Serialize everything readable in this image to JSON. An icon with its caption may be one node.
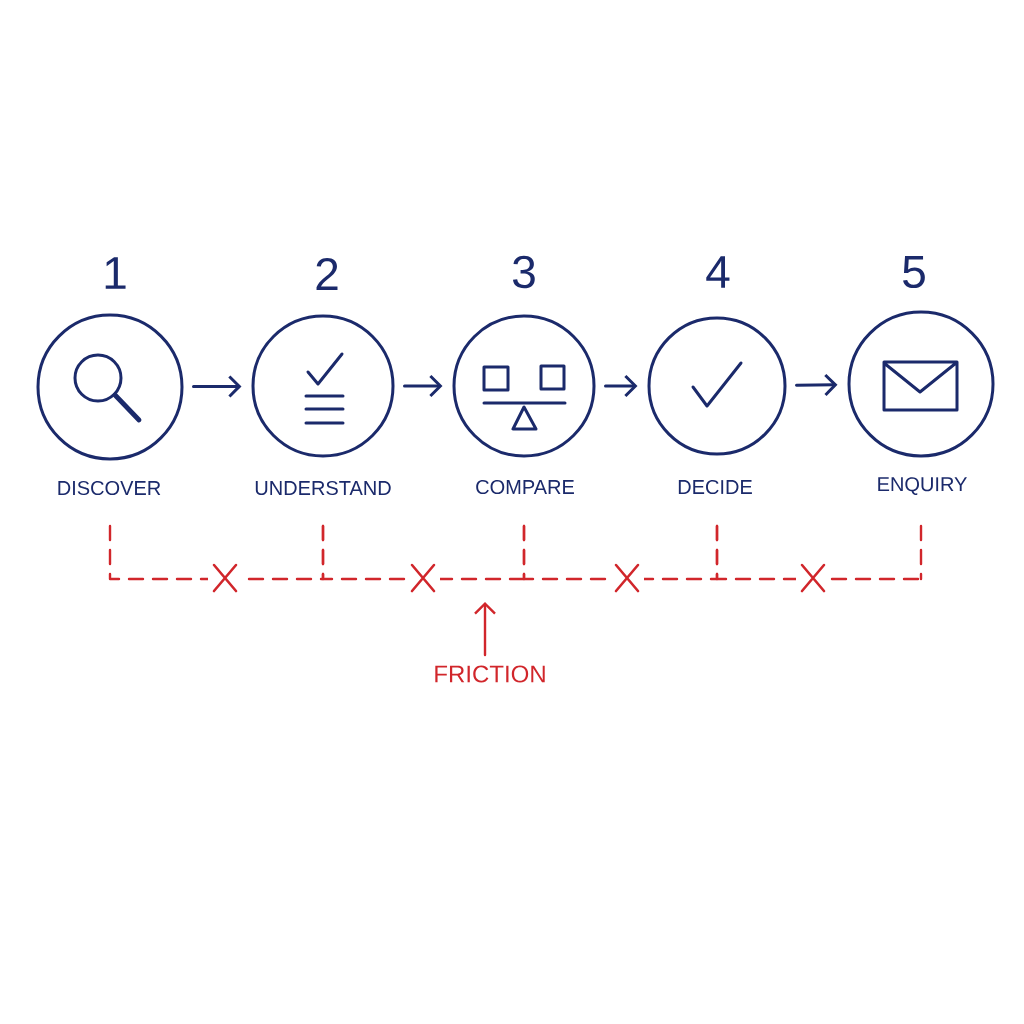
{
  "diagram": {
    "nodes": [
      {
        "text": [
          "DISCOVER"
        ],
        "beside": [
          "1"
        ]
      },
      {
        "text": [
          "UNDERSTAND"
        ],
        "beside": [
          "2"
        ]
      },
      {
        "text": [
          "COMPARE"
        ],
        "beside": [
          "3"
        ]
      },
      {
        "text": [
          "DECIDE"
        ],
        "beside": [
          "4"
        ]
      },
      {
        "text": [
          "ENQUIRY"
        ],
        "beside": [
          "5"
        ]
      },
      {
        "text": [
          "FRICTION"
        ]
      }
    ],
    "edges": [
      {
        "from": 0,
        "to": 1,
        "arrow": "to",
        "color": "#1b2a6b"
      },
      {
        "from": 1,
        "to": 2,
        "arrow": "to",
        "color": "#1b2a6b"
      },
      {
        "from": 2,
        "to": 3,
        "arrow": "to",
        "color": "#1b2a6b"
      },
      {
        "from": 3,
        "to": 4,
        "arrow": "to",
        "color": "#1b2a6b"
      },
      {
        "from": 0,
        "to": 1,
        "arrow": "none",
        "style": "dashed"
      },
      {
        "from": 1,
        "to": 2,
        "arrow": "none",
        "style": "dashed"
      },
      {
        "from": 2,
        "to": 3,
        "arrow": "none",
        "style": "dashed"
      },
      {
        "from": 3,
        "to": 4,
        "arrow": "none",
        "style": "dashed"
      },
      {
        "from": 5,
        "to": null,
        "arrow": "to"
      }
    ]
  }
}
